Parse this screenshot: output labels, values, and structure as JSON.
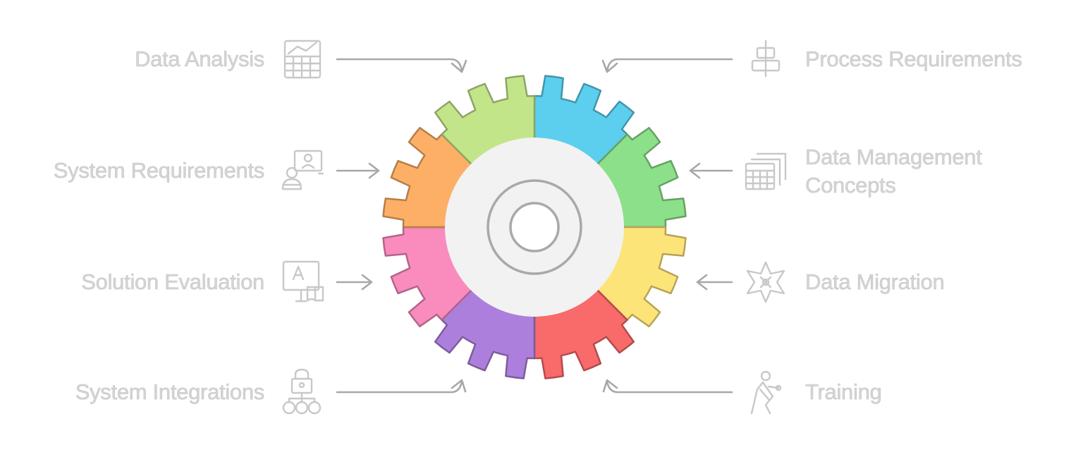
{
  "diagram": {
    "center_label": "",
    "colors": {
      "blue": "#5ccfee",
      "green": "#8de08a",
      "yellow": "#fce479",
      "red": "#f96a6a",
      "purple": "#ad7fdc",
      "pink": "#f98bbd",
      "orange": "#fdaf66",
      "lime": "#c3e58a",
      "hub": "#f2f2f2",
      "label": "#d4d4d4",
      "icon": "#c8c8c8"
    },
    "items": {
      "data_analysis": {
        "label": "Data Analysis",
        "icon": "spreadsheet-chart-icon"
      },
      "system_requirements": {
        "label": "System Requirements",
        "icon": "user-at-screen-icon"
      },
      "solution_evaluation": {
        "label": "Solution Evaluation",
        "icon": "lesson-board-icon"
      },
      "system_integrations": {
        "label": "System Integrations",
        "icon": "network-hierarchy-icon"
      },
      "process_requirements": {
        "label": "Process Requirements",
        "icon": "align-center-icon"
      },
      "data_management_concepts": {
        "line1": "Data Management",
        "line2": "Concepts",
        "icon": "stacked-tables-icon"
      },
      "data_migration": {
        "label": "Data Migration",
        "icon": "compass-star-icon"
      },
      "training": {
        "label": "Training",
        "icon": "running-person-icon"
      }
    }
  }
}
